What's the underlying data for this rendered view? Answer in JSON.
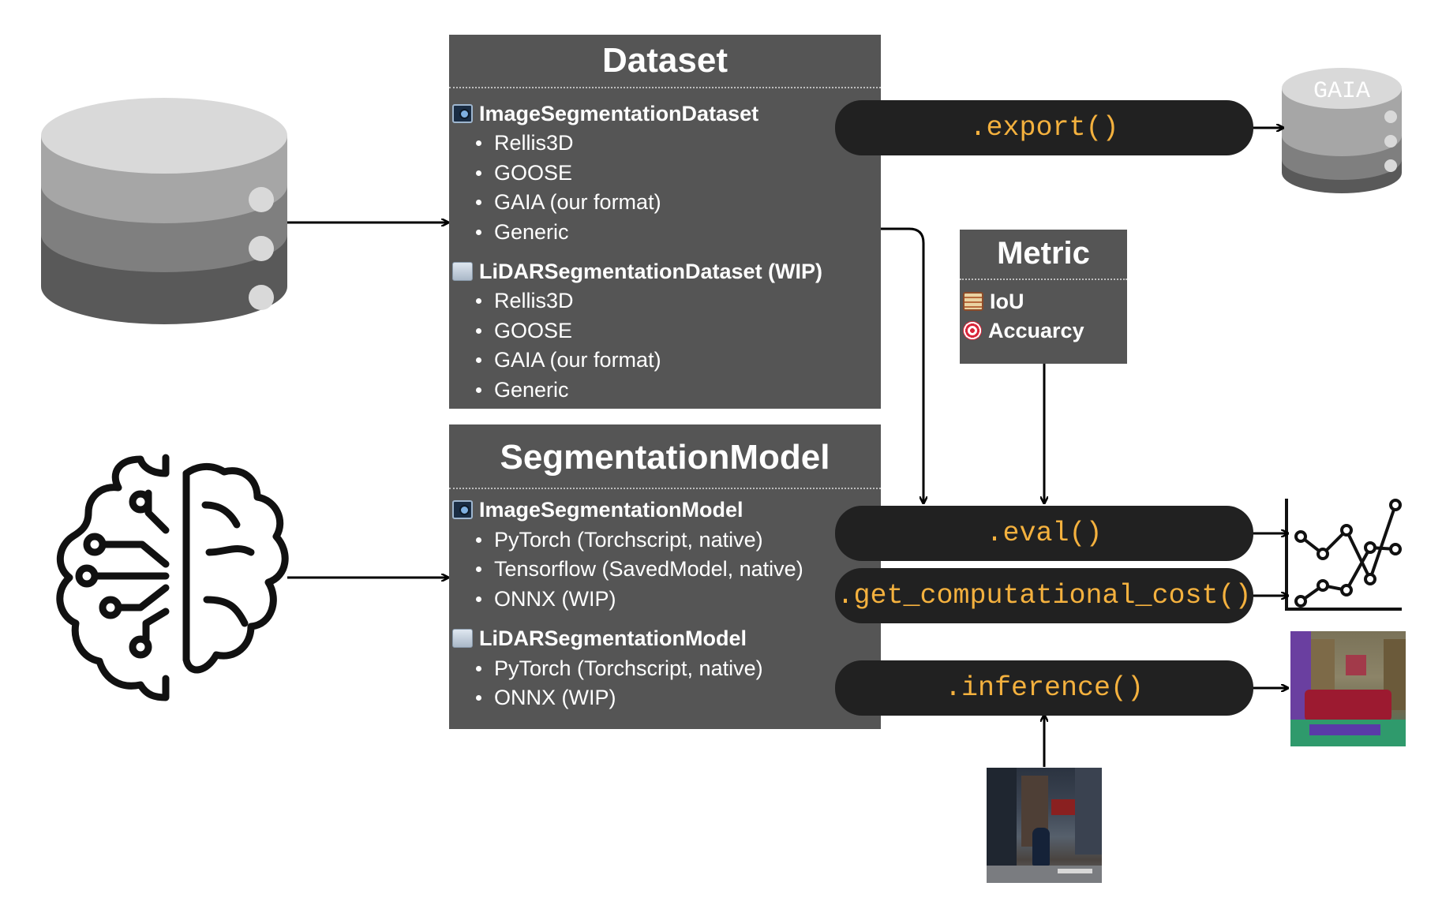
{
  "dataset": {
    "title": "Dataset",
    "groups": [
      {
        "icon": "camera-icon",
        "title": "ImageSegmentationDataset",
        "items": [
          "Rellis3D",
          "GOOSE",
          "GAIA (our format)",
          "Generic"
        ]
      },
      {
        "icon": "lidar-icon",
        "title": "LiDARSegmentationDataset (WIP)",
        "items": [
          "Rellis3D",
          "GOOSE",
          "GAIA (our format)",
          "Generic"
        ]
      }
    ]
  },
  "model": {
    "title": "SegmentationModel",
    "groups": [
      {
        "icon": "camera-icon",
        "title": "ImageSegmentationModel",
        "items": [
          "PyTorch (Torchscript, native)",
          "Tensorflow (SavedModel, native)",
          "ONNX (WIP)"
        ]
      },
      {
        "icon": "lidar-icon",
        "title": "LiDARSegmentationModel",
        "items": [
          "PyTorch (Torchscript, native)",
          "ONNX (WIP)"
        ]
      }
    ]
  },
  "metric": {
    "title": "Metric",
    "items": [
      {
        "icon": "abacus-icon",
        "label": "IoU"
      },
      {
        "icon": "target-icon",
        "label": "Accuarcy"
      }
    ]
  },
  "methods": {
    "export": ".export()",
    "eval": ".eval()",
    "cost": ".get_computational_cost()",
    "inference": ".inference()"
  },
  "gaia_db_label": "GAIA",
  "colors": {
    "panel": "#555555",
    "pill": "#212121",
    "method_text": "#f4b13e",
    "db_light": "#d9d9d9",
    "db_mid": "#a6a6a6",
    "db_dark": "#595959"
  },
  "icons": [
    "database-icon",
    "brain-circuit-icon",
    "line-chart-icon",
    "street-photo",
    "segmented-photo"
  ]
}
